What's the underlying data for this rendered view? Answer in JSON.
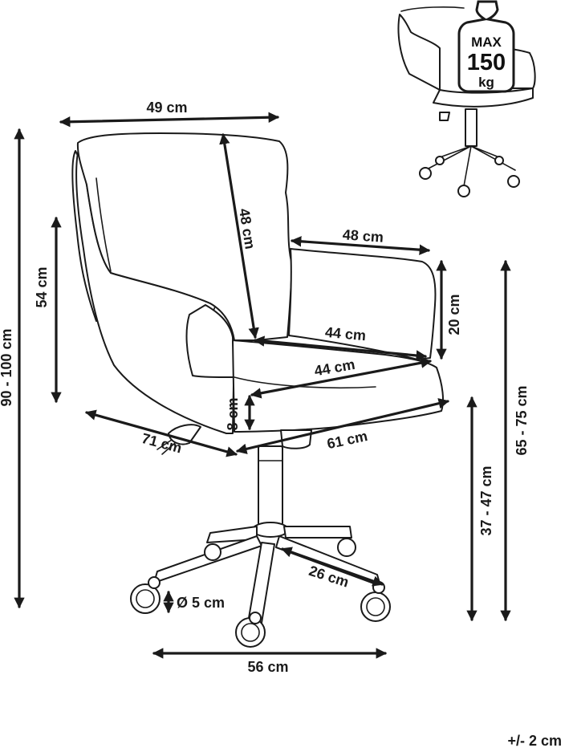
{
  "badge": {
    "line1": "MAX",
    "line2": "150",
    "line3": "kg"
  },
  "dimensions": {
    "total_width": "49 cm",
    "backrest_height": "48 cm",
    "seat_depth": "48 cm",
    "armrest_height": "20 cm",
    "seat_width_top": "44 cm",
    "seat_width_bottom": "44 cm",
    "back_height": "54 cm",
    "total_height": "90 - 100 cm",
    "seat_thickness": "8 cm",
    "depth_diagonal": "71 cm",
    "width_diagonal": "61 cm",
    "arm_height_range": "65 - 75 cm",
    "seat_height_range": "37 - 47 cm",
    "leg_length": "26 cm",
    "wheel_diameter": "Ø 5 cm",
    "base_width": "56 cm",
    "tolerance": "+/- 2 cm"
  }
}
